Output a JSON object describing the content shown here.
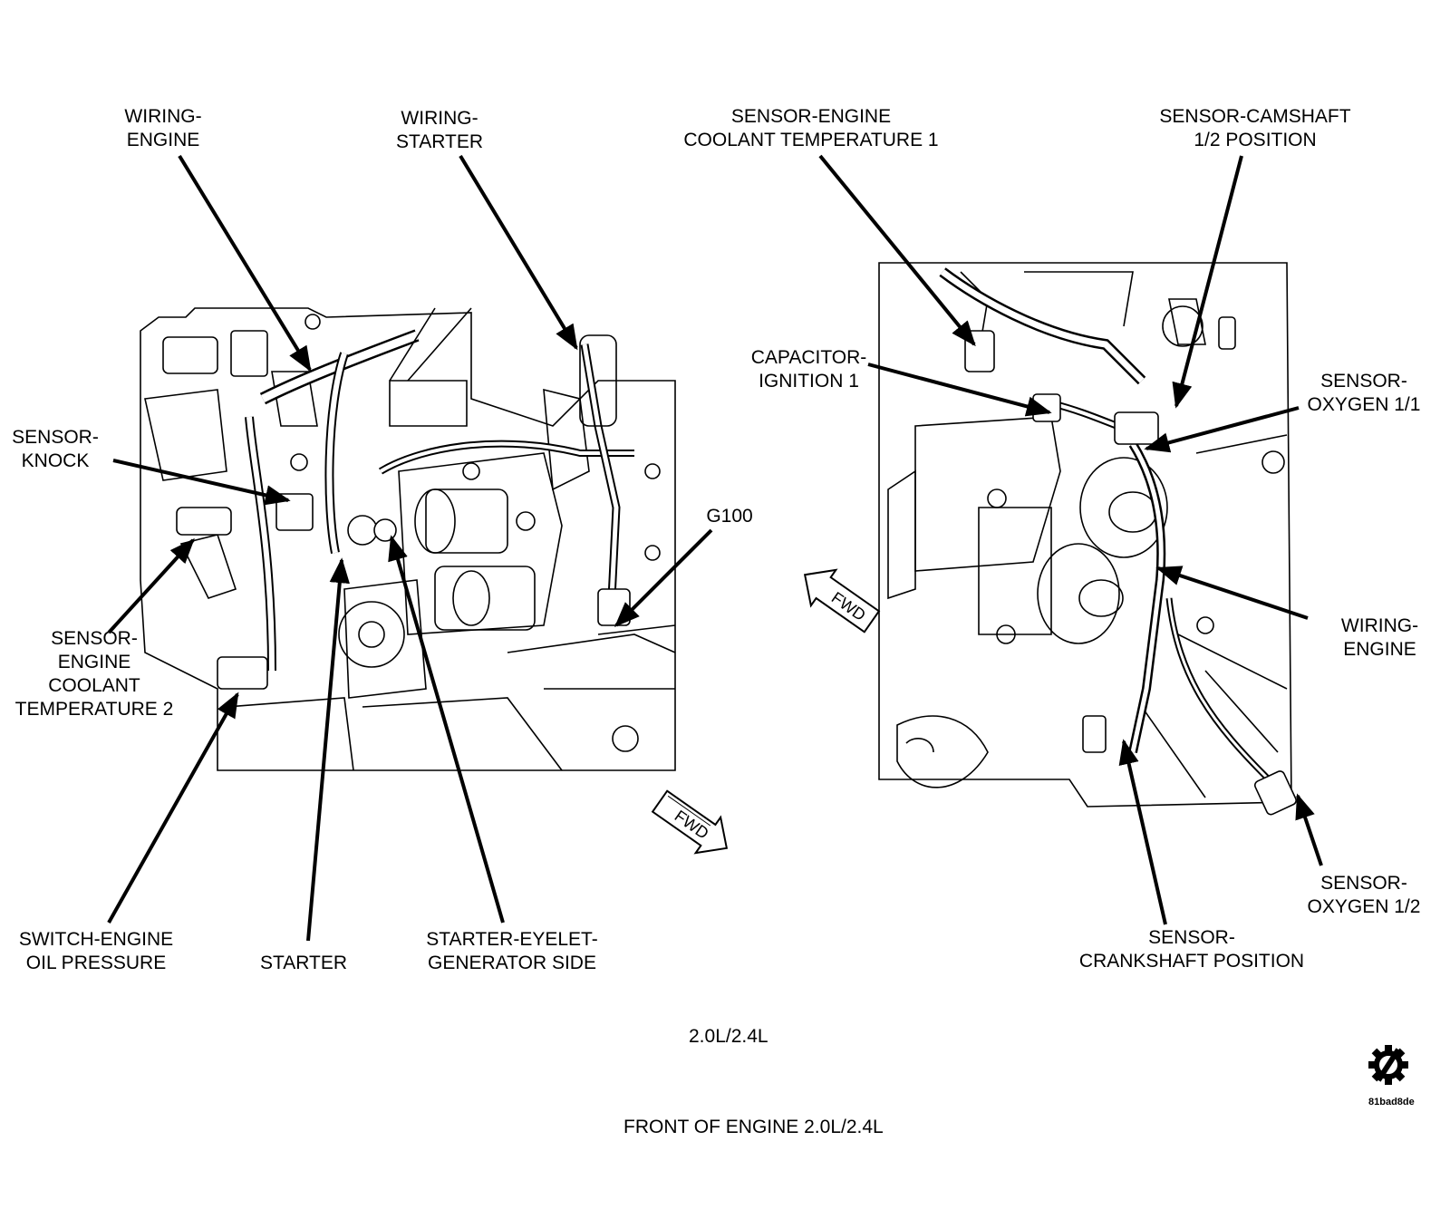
{
  "labels": {
    "wiring_engine_left": [
      "WIRING-",
      "ENGINE"
    ],
    "wiring_starter": [
      "WIRING-",
      "STARTER"
    ],
    "sensor_knock": [
      "SENSOR-",
      "KNOCK"
    ],
    "sensor_ect2": [
      "SENSOR-",
      "ENGINE",
      "COOLANT",
      "TEMPERATURE 2"
    ],
    "switch_oil_pressure": [
      "SWITCH-ENGINE",
      "OIL PRESSURE"
    ],
    "starter": [
      "STARTER"
    ],
    "starter_eyelet": [
      "STARTER-EYELET-",
      "GENERATOR SIDE"
    ],
    "g100": [
      "G100"
    ],
    "sensor_ect1": [
      "SENSOR-ENGINE",
      "COOLANT TEMPERATURE 1"
    ],
    "sensor_camshaft": [
      "SENSOR-CAMSHAFT",
      "1/2 POSITION"
    ],
    "capacitor_ignition": [
      "CAPACITOR-",
      "IGNITION 1"
    ],
    "sensor_oxygen_11": [
      "SENSOR-",
      "OXYGEN 1/1"
    ],
    "wiring_engine_right": [
      "WIRING-",
      "ENGINE"
    ],
    "sensor_oxygen_12": [
      "SENSOR-",
      "OXYGEN 1/2"
    ],
    "sensor_crankshaft": [
      "SENSOR-",
      "CRANKSHAFT POSITION"
    ]
  },
  "fwd_text": "FWD",
  "engine_caption": "2.0L/2.4L",
  "figure_caption": "FRONT OF ENGINE 2.0L/2.4L",
  "image_code": "81bad8de",
  "logo_icon": "gear-slash-icon"
}
